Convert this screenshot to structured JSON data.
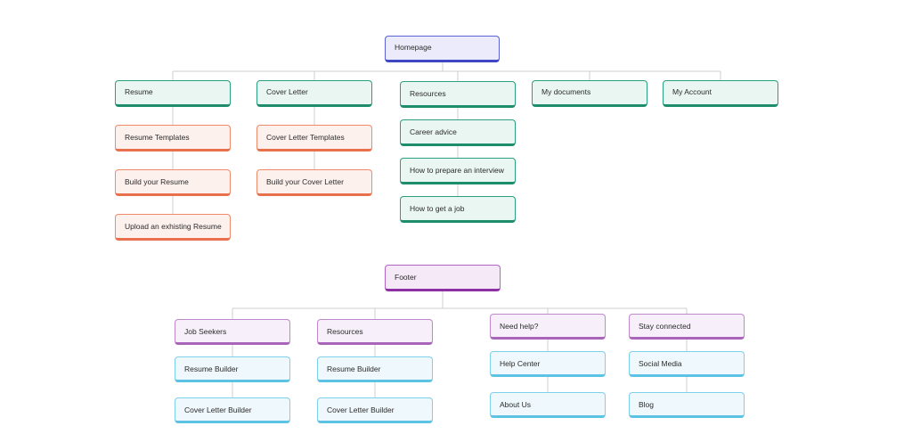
{
  "colors": {
    "connector": "#cfcfcf",
    "homepage": "#5b62d6",
    "homepage_sections": "#2aa07f",
    "homepage_subpages": "#ef8a6a",
    "footer": "#8e2fa4",
    "footer_sections": "#bf89cc",
    "footer_links": "#7fd0ea"
  },
  "homepage": {
    "label": "Homepage",
    "sections": [
      {
        "label": "Resume",
        "children": [
          "Resume Templates",
          "Build your Resume",
          "Upload an exhisting Resume"
        ]
      },
      {
        "label": "Cover Letter",
        "children": [
          "Cover Letter Templates",
          "Build your Cover Letter"
        ]
      },
      {
        "label": "Resources",
        "children": [
          "Career advice",
          "How to prepare an interview",
          "How to get a job"
        ]
      },
      {
        "label": "My documents",
        "children": []
      },
      {
        "label": "My Account",
        "children": []
      }
    ]
  },
  "footer": {
    "label": "Footer",
    "sections": [
      {
        "label": "Job Seekers",
        "children": [
          "Resume Builder",
          "Cover Letter Builder"
        ]
      },
      {
        "label": "Resources",
        "children": [
          "Resume Builder",
          "Cover Letter Builder"
        ]
      },
      {
        "label": "Need help?",
        "children": [
          "Help Center",
          "About Us"
        ]
      },
      {
        "label": "Stay connected",
        "children": [
          "Social Media",
          "Blog"
        ]
      }
    ]
  }
}
